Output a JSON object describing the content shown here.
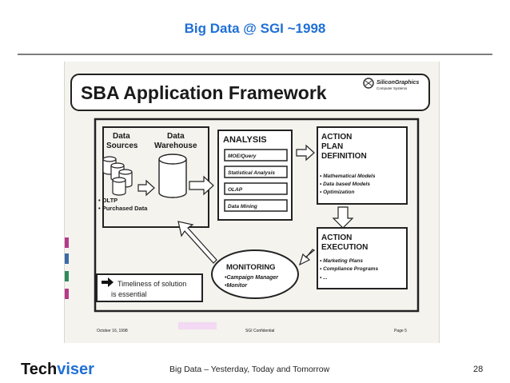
{
  "slide": {
    "title": "Big Data @ SGI ~1998",
    "title_color": "#1f6fd6"
  },
  "scan": {
    "heading": "SBA Application Framework",
    "logo_text": "SiliconGraphics",
    "logo_subtext": "Computer Systems",
    "sources": {
      "title_line1": "Data",
      "title_line2": "Sources",
      "bullets": [
        "• OLTP",
        "• Purchased Data"
      ]
    },
    "warehouse": {
      "title_line1": "Data",
      "title_line2": "Warehouse"
    },
    "analysis": {
      "title": "ANALYSIS",
      "items": [
        "MOE/Query",
        "Statistical Analysis",
        "OLAP",
        "Data Mining"
      ]
    },
    "action_plan": {
      "title_lines": [
        "ACTION",
        "PLAN",
        "DEFINITION"
      ],
      "bullets": [
        "• Mathematical Models",
        "• Data based Models",
        "• Optimization"
      ]
    },
    "action_execution": {
      "title_lines": [
        "ACTION",
        "EXECUTION"
      ],
      "bullets": [
        "• Marketing Plans",
        "• Compliance Programs",
        "• ..."
      ]
    },
    "monitoring": {
      "title": "MONITORING",
      "items": [
        "•Campaign Manager",
        "•Monitor"
      ]
    },
    "note": {
      "line1": "Timeliness of solution",
      "line2": "is essential"
    },
    "footer_date": "October 16, 1998",
    "footer_conf": "SGI Confidential",
    "footer_page": "Page 5"
  },
  "footer": {
    "brand_part1": "Tech",
    "brand_part2": "viser",
    "brand_color1": "#111111",
    "brand_color2": "#1f6fd6",
    "center_text": "Big Data – Yesterday, Today and Tomorrow",
    "page_number": "28"
  }
}
